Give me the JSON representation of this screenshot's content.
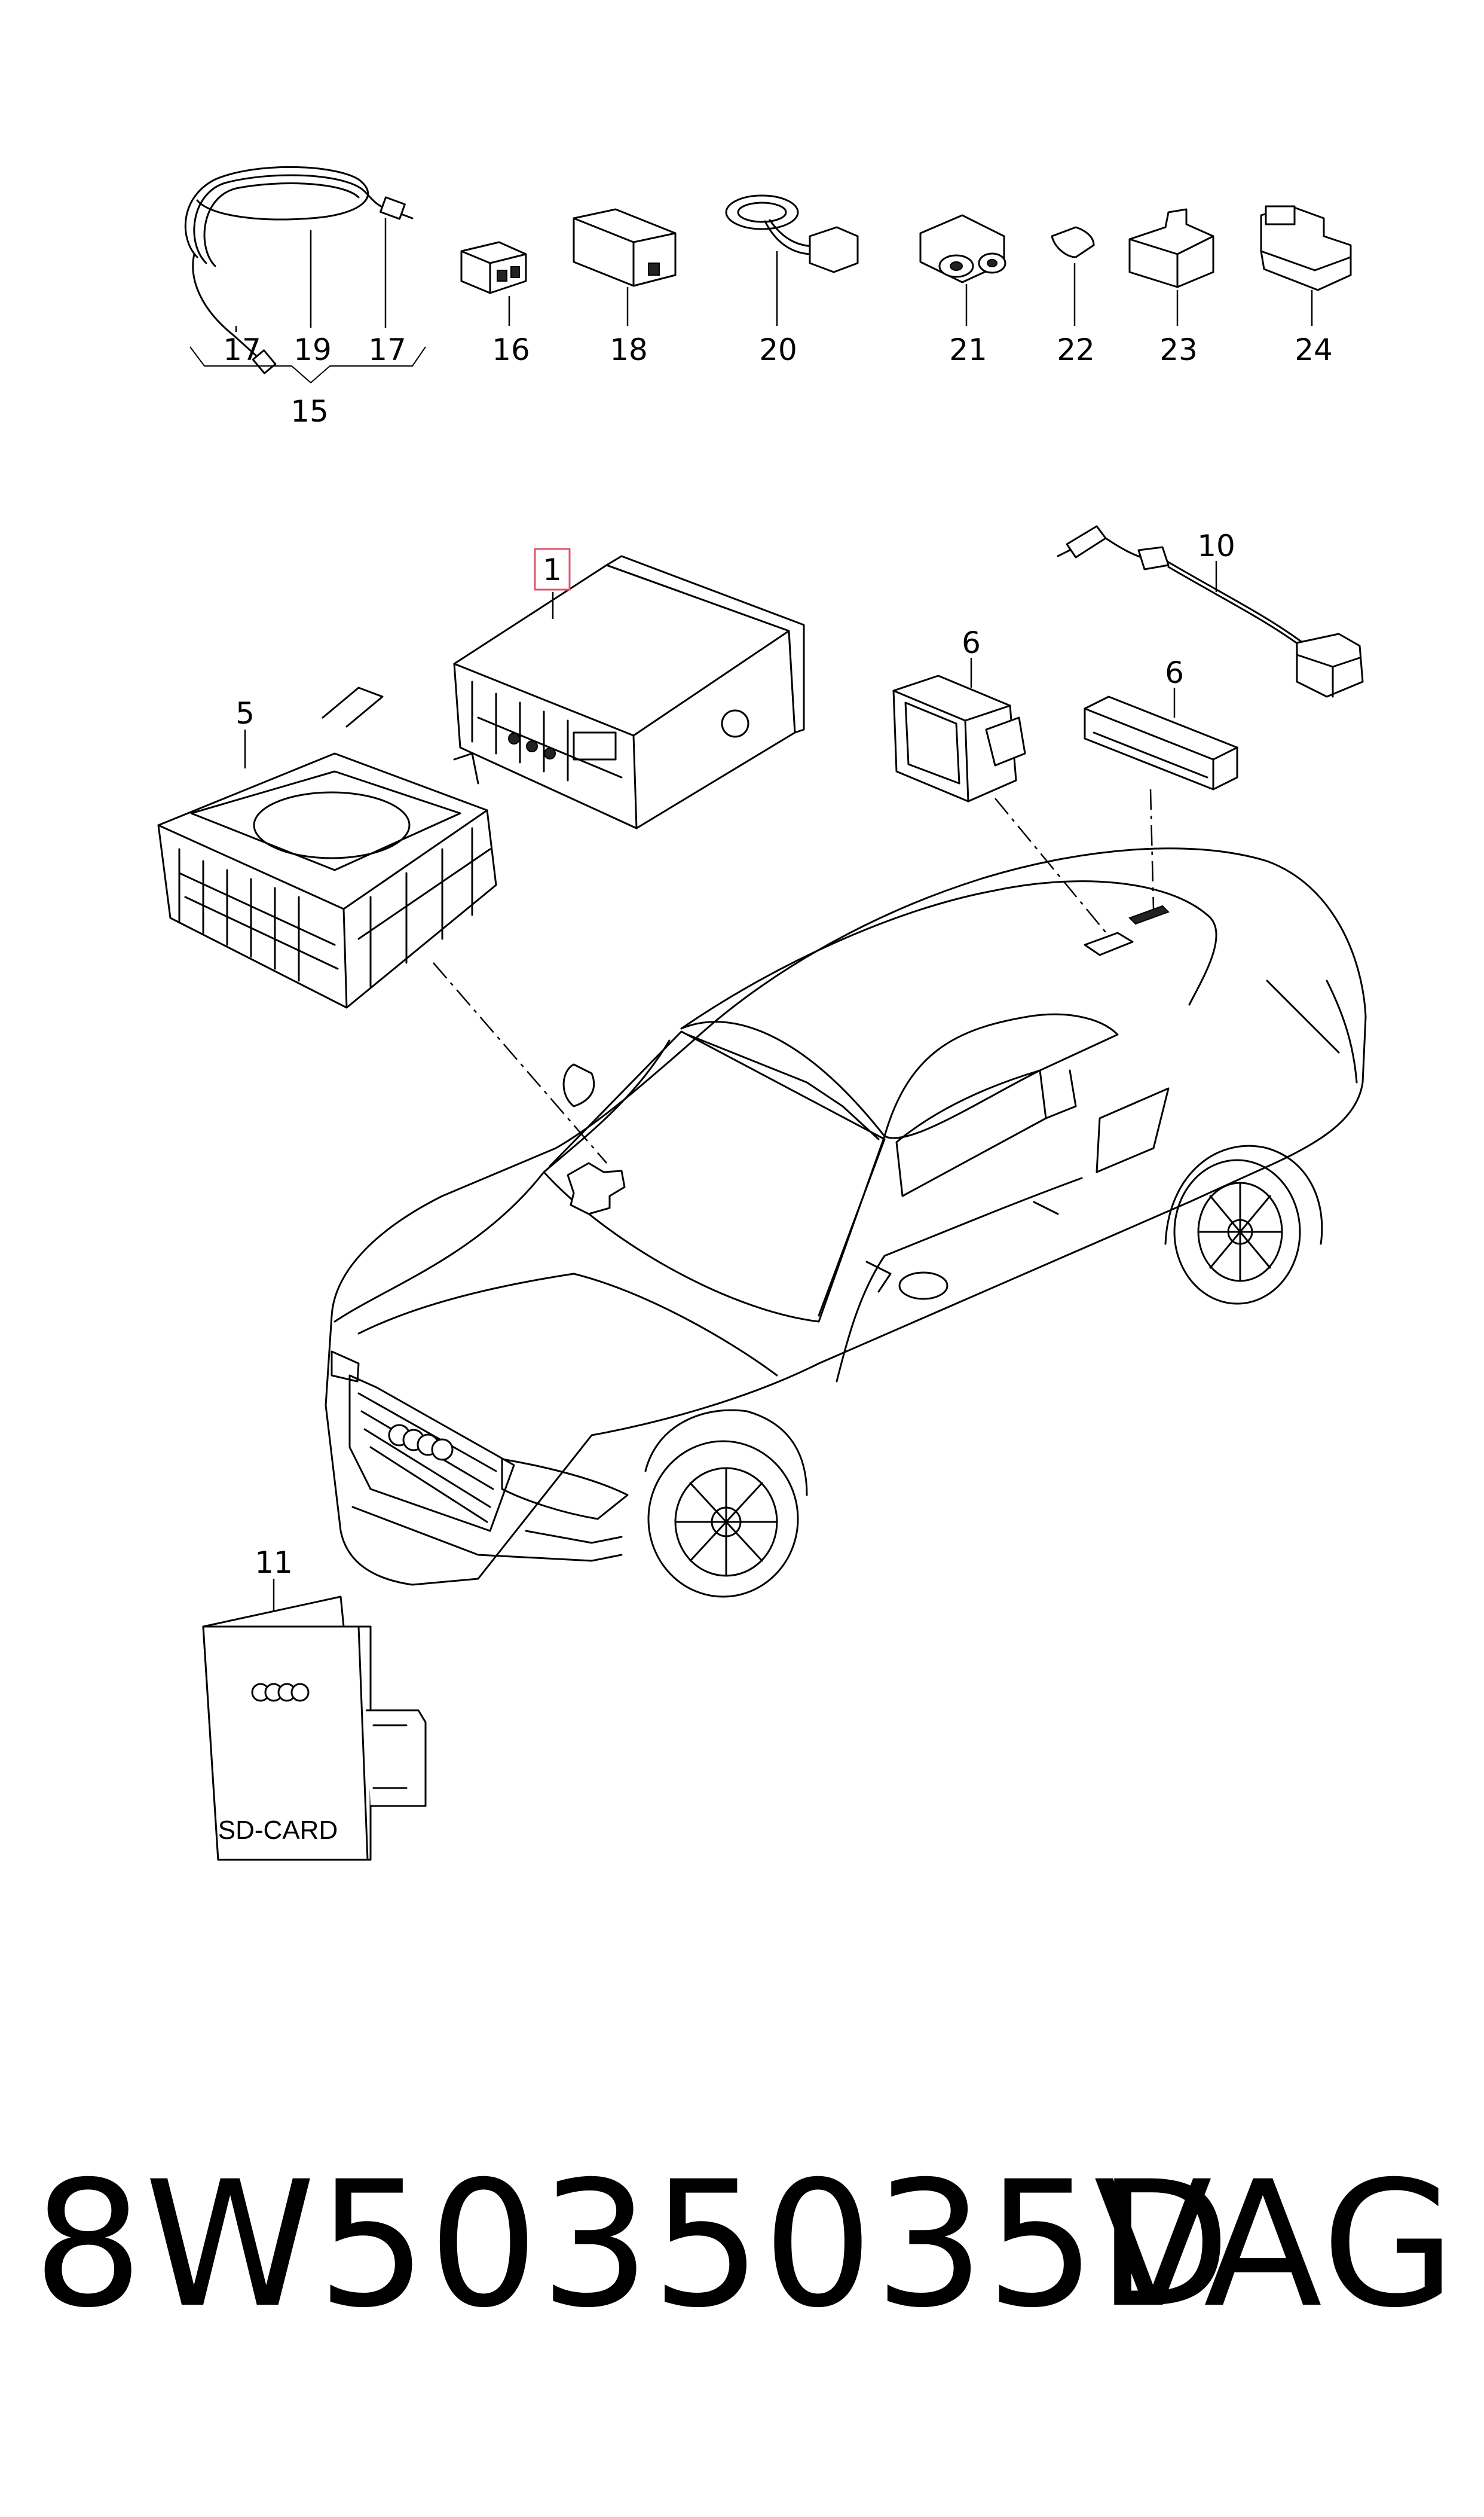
{
  "callouts": {
    "c1": "1",
    "c5": "5",
    "c6a": "6",
    "c6b": "6",
    "c10": "10",
    "c11": "11",
    "c15": "15",
    "c16": "16",
    "c17a": "17",
    "c17b": "17",
    "c18": "18",
    "c19": "19",
    "c20": "20",
    "c21": "21",
    "c22": "22",
    "c23": "23",
    "c24": "24"
  },
  "sd_card_label": "SD-CARD",
  "footer": {
    "part_number": "8W5035035D",
    "brand": "VAG"
  },
  "colors": {
    "line": "#000000",
    "background": "#ffffff",
    "highlight_box": "#e0566a"
  }
}
